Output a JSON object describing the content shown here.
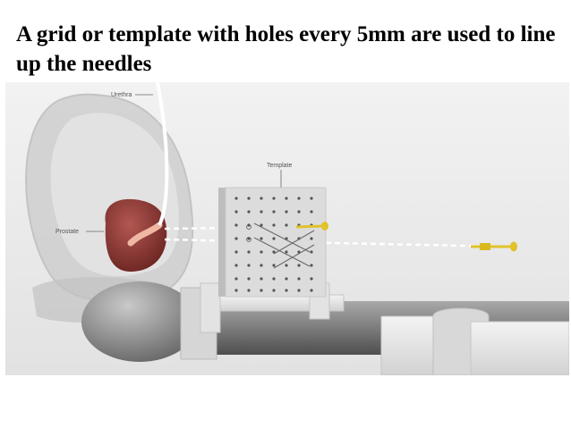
{
  "slide": {
    "title": "A grid or template with holes every 5mm are used to line up the needles"
  },
  "illustration": {
    "labels": {
      "urethra": "Urethra",
      "template": "Template",
      "prostate": "Prostate"
    },
    "colors": {
      "background": "#ececec",
      "prostate": "#8e3a36",
      "urethra": "#f0b7a3",
      "needle_tip": "#e0c22a",
      "template": "#dcdcdc"
    }
  }
}
